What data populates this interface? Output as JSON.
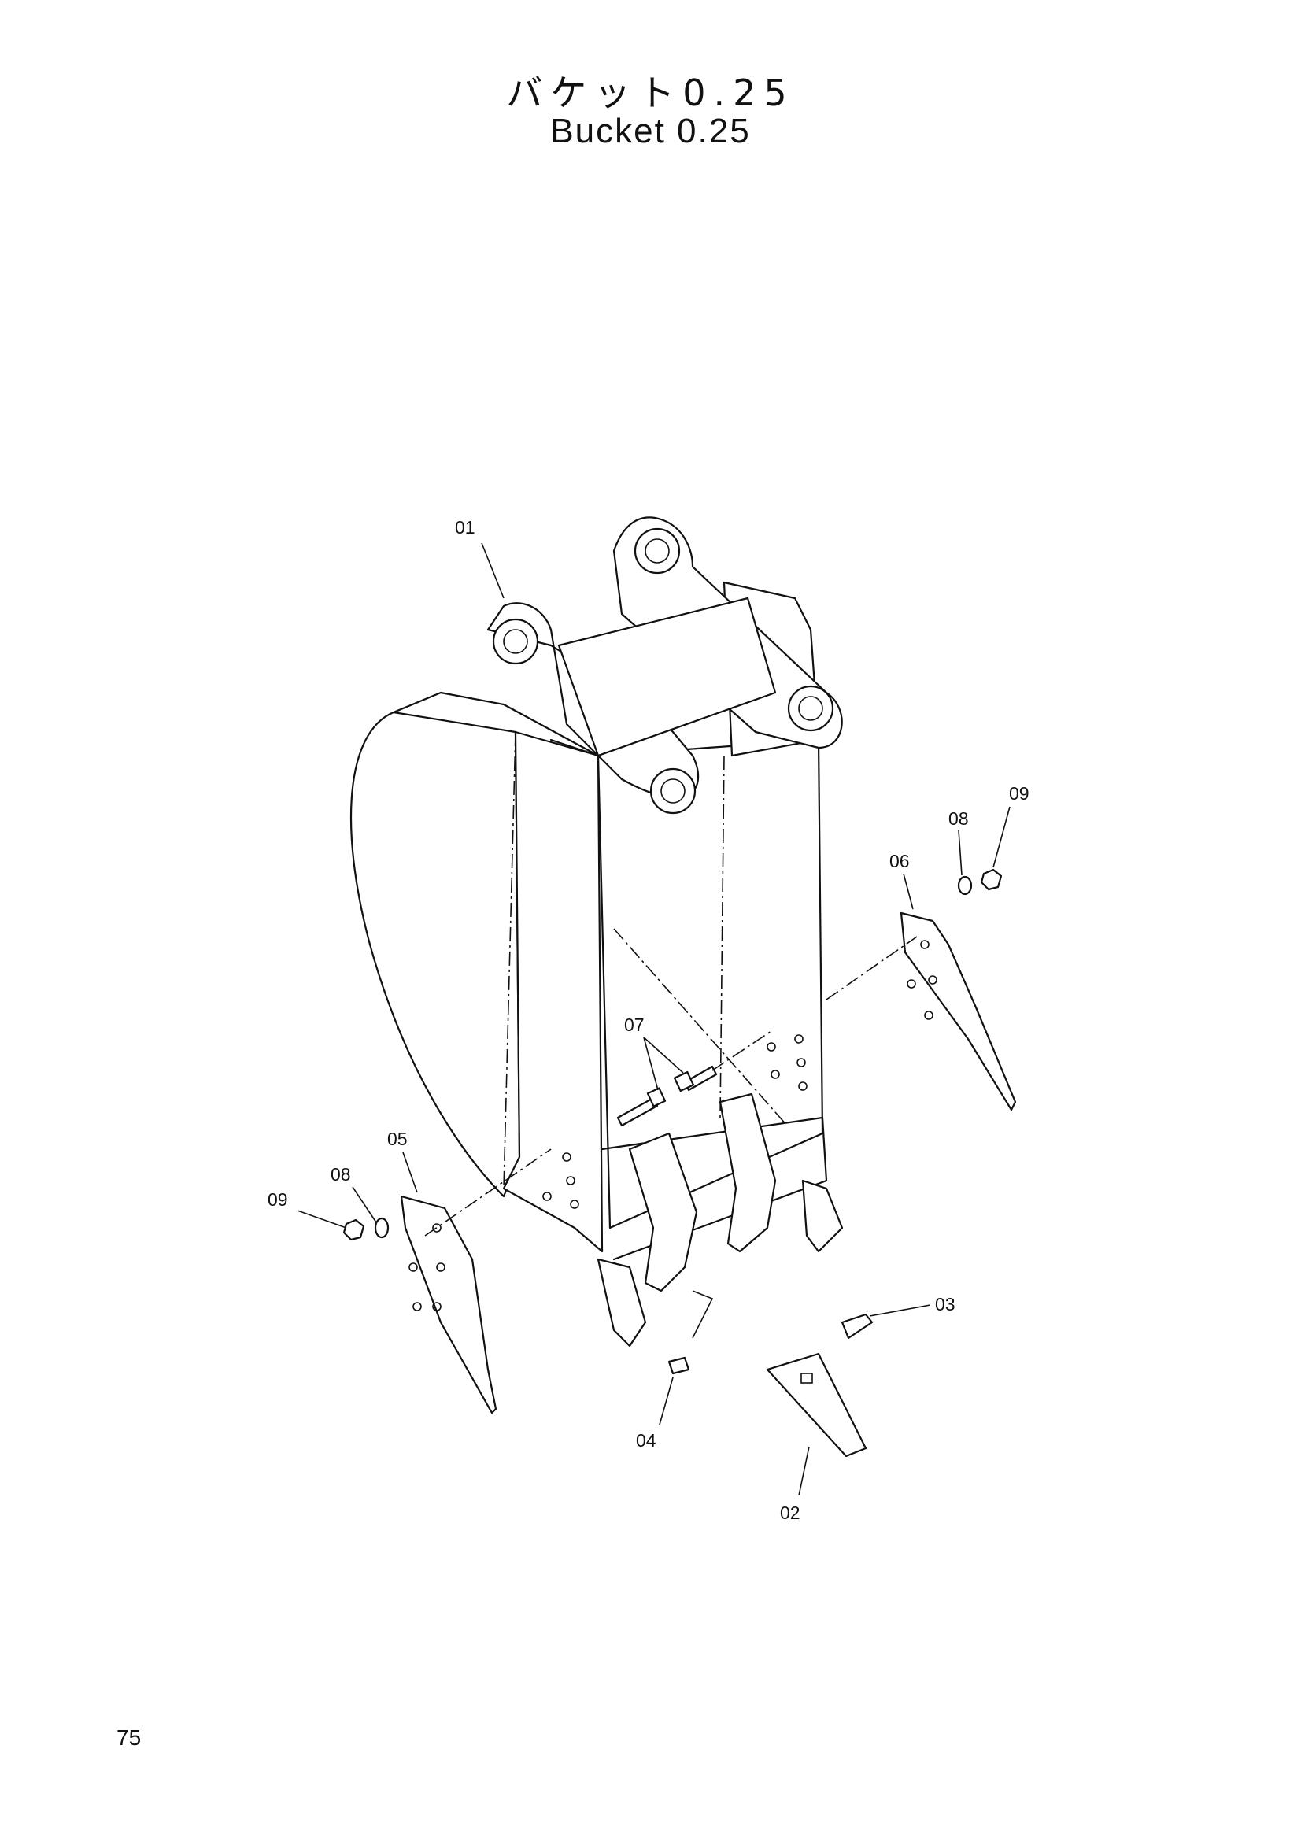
{
  "title": {
    "japanese": "バケット0.25",
    "english": "Bucket 0.25"
  },
  "page_number": "75",
  "diagram": {
    "callouts": [
      "01",
      "02",
      "03",
      "04",
      "05",
      "06",
      "07",
      "08",
      "08",
      "09",
      "09"
    ]
  }
}
